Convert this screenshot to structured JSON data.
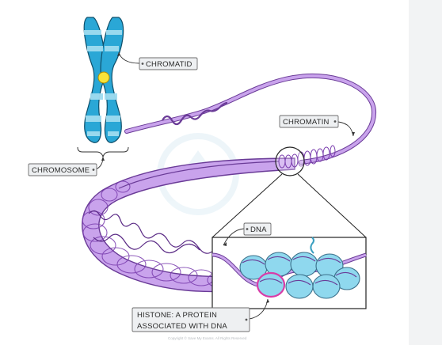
{
  "labels": {
    "chromatid": "CHROMATID",
    "chromatin": "CHROMATIN",
    "chromosome": "CHROMOSOME",
    "dna": "DNA",
    "histone_line1": "HISTONE: A PROTEIN",
    "histone_line2": "ASSOCIATED WITH DNA"
  },
  "footer": {
    "copyright": "Copyright © Save My Exams. All Rights Reserved"
  },
  "colors": {
    "chromosome_blue": "#2aa7d6",
    "chromosome_light": "#9fdcf0",
    "centromere": "#f7e33a",
    "chromatin_fill": "#c9a3ec",
    "chromatin_dark": "#7a3dae",
    "histone_fill": "#8fd8ee",
    "dna_magenta": "#d83ca8",
    "strip": "#f2f3f4"
  }
}
